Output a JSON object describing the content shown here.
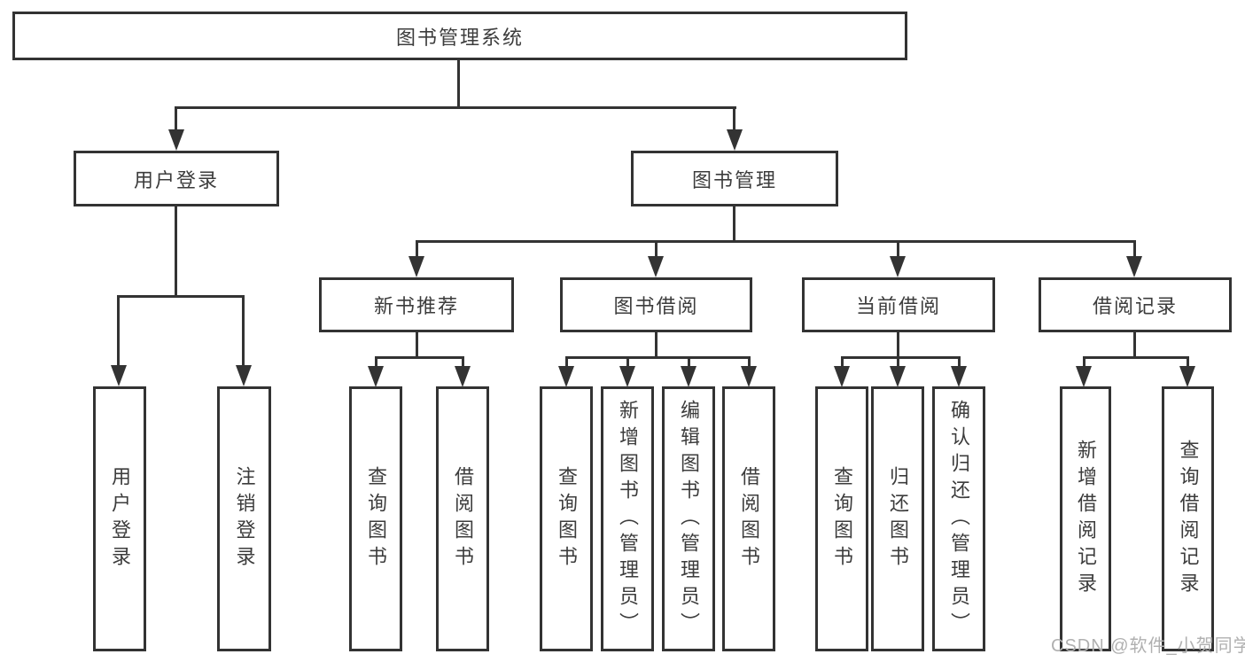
{
  "diagram": {
    "root_label": "图书管理系统",
    "branches": [
      {
        "label": "用户登录",
        "children": [
          {
            "label": "用户登录"
          },
          {
            "label": "注销登录"
          }
        ]
      },
      {
        "label": "图书管理",
        "children": [
          {
            "label": "新书推荐",
            "children": [
              {
                "label": "查询图书"
              },
              {
                "label": "借阅图书"
              }
            ]
          },
          {
            "label": "图书借阅",
            "children": [
              {
                "label": "查询图书"
              },
              {
                "label": "新增图书（管理员）"
              },
              {
                "label": "编辑图书（管理员）"
              },
              {
                "label": "借阅图书"
              }
            ]
          },
          {
            "label": "当前借阅",
            "children": [
              {
                "label": "查询图书"
              },
              {
                "label": "归还图书"
              },
              {
                "label": "确认归还（管理员）"
              }
            ]
          },
          {
            "label": "借阅记录",
            "children": [
              {
                "label": "新增借阅记录"
              },
              {
                "label": "查询借阅记录"
              }
            ]
          }
        ]
      }
    ]
  },
  "watermark": {
    "text": "CSDN @软件_小贺同学",
    "color": "#b0b0b0"
  },
  "colors": {
    "line": "#333333",
    "box_border": "#333333",
    "box_fill": "#ffffff",
    "text": "#3c3c3c",
    "background": "#ffffff"
  }
}
